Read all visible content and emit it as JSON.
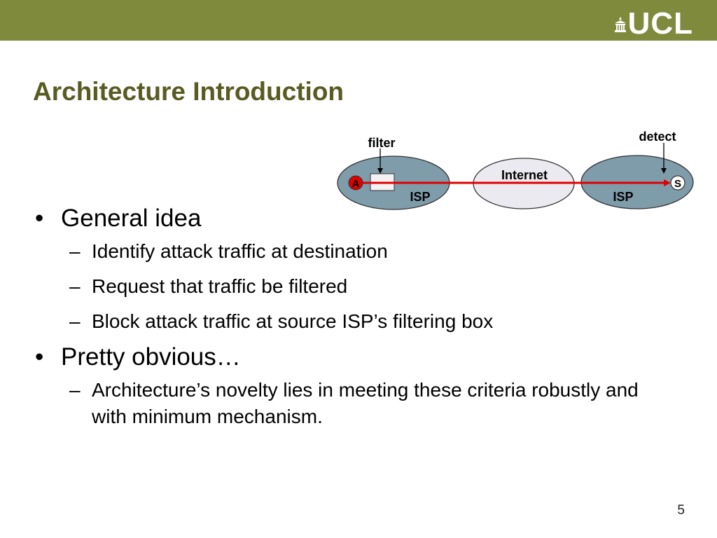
{
  "header": {
    "logo_text": "UCL"
  },
  "slide": {
    "title": "Architecture Introduction",
    "page_number": "5"
  },
  "diagram": {
    "label_filter": "filter",
    "label_detect": "detect",
    "label_internet": "Internet",
    "label_isp_left": "ISP",
    "label_isp_right": "ISP",
    "node_a": "A",
    "node_s": "S",
    "colors": {
      "isp_fill": "#7f9cab",
      "internet_fill": "#eaeaf0",
      "path": "#e00000"
    }
  },
  "bullets": [
    {
      "text": "General idea",
      "sub": [
        "Identify attack traffic at destination",
        "Request that traffic be filtered",
        "Block attack traffic at source ISP’s filtering box"
      ]
    },
    {
      "text": "Pretty obvious…",
      "sub": [
        "Architecture’s novelty lies in meeting these criteria robustly and with minimum mechanism."
      ]
    }
  ]
}
